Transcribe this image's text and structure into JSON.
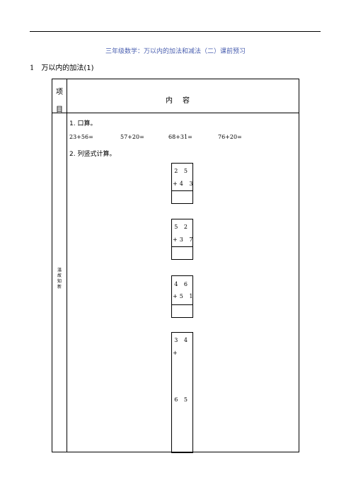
{
  "doc": {
    "title": "三年级数学：万以内的加法和减法（二）课前预习",
    "section_number": "1",
    "section_title": "万以内的加法(1)"
  },
  "table": {
    "header_item": [
      "项",
      "目"
    ],
    "header_content": "内容",
    "side_label": [
      "温",
      "故",
      "知",
      "新"
    ]
  },
  "oral": {
    "heading": "1. 口算。",
    "problems": [
      "23+56=",
      "57+20=",
      "68+31=",
      "76+20="
    ]
  },
  "vertical": {
    "heading": "2. 列竖式计算。",
    "problems": [
      {
        "top": "2 5",
        "op": "+",
        "bottom": "4 3"
      },
      {
        "top": "5 2",
        "op": "+",
        "bottom": "3 7"
      },
      {
        "top": "4 6",
        "op": "+",
        "bottom": "5 1"
      },
      {
        "top": "3 4",
        "op": "+",
        "bottom": "6 5"
      }
    ]
  }
}
